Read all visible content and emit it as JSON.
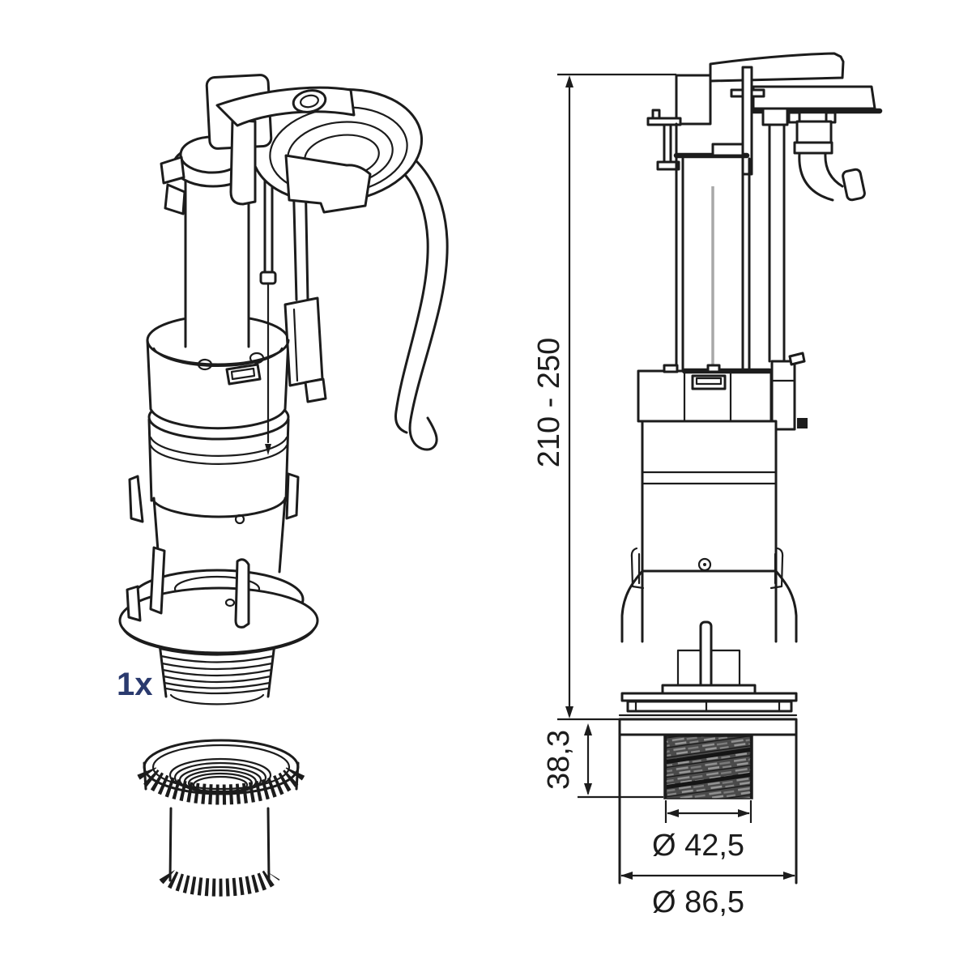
{
  "labels": {
    "quantity": "1x"
  },
  "dimensions": {
    "overall_height": "210 - 250",
    "thread_length": "38,3",
    "thread_diameter": "Ø 42,5",
    "base_diameter": "Ø 86,5"
  },
  "colors": {
    "line": "#1c1c1c",
    "quantity_label": "#2a3a6e",
    "thread_fill": "#4a4a4a",
    "background": "#ffffff"
  }
}
